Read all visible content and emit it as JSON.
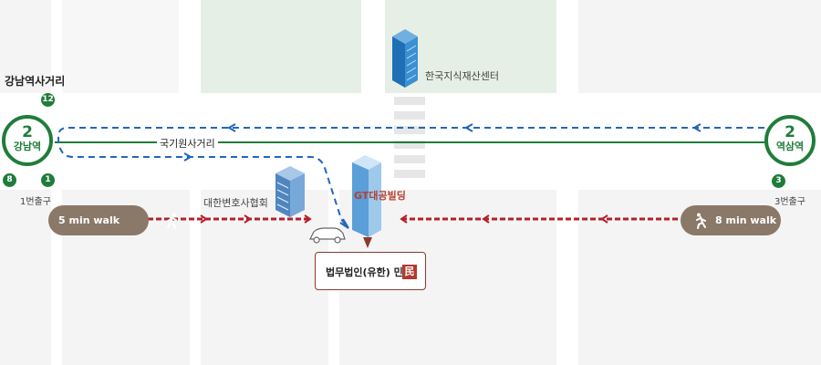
{
  "labels": {
    "gangnam_intersection": "강남역사거리",
    "kipo_center": "한국지식재산센터",
    "gukgiwon_intersection": "국기원사거리",
    "bar_association": "대한변호사협회",
    "gt_building": "GT대공빌딩",
    "exit1": "1번출구",
    "exit3": "3번출구"
  },
  "exits": {
    "e12": "12",
    "e8": "8",
    "e1": "1",
    "e3": "3"
  },
  "stations": [
    {
      "line": "2",
      "name": "강남역"
    },
    {
      "line": "2",
      "name": "역삼역"
    }
  ],
  "walk": {
    "left": "5 min walk",
    "right": "8 min walk"
  },
  "callout": {
    "text": "법무법인(유한) 민"
  },
  "colors": {
    "line2_green": "#1f7d3a",
    "car_route_blue": "#2266bb",
    "walk_route_red": "#b5202b",
    "walk_badge": "#8a7868",
    "accent_brown": "#8b3a2f"
  },
  "icons": [
    "kipo-center-building-icon",
    "bar-association-building-icon",
    "gt-building-icon",
    "car-icon",
    "walking-person-icon",
    "law-firm-logo-icon"
  ]
}
